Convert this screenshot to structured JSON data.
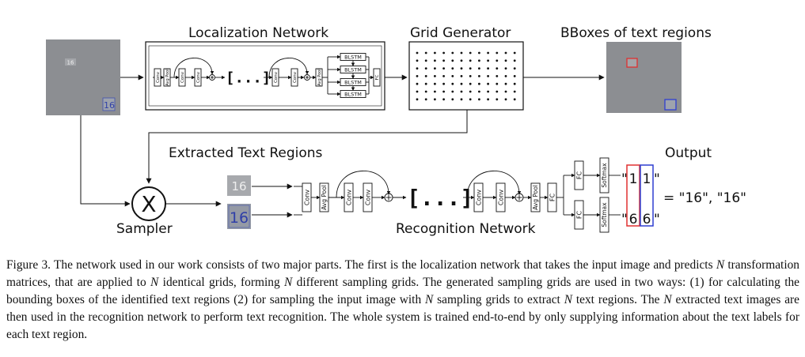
{
  "titles": {
    "localization": "Localization Network",
    "grid": "Grid Generator",
    "bboxes": "BBoxes of text regions",
    "extracted": "Extracted Text Regions",
    "output": "Output",
    "sampler": "Sampler",
    "recognition": "Recognition Network"
  },
  "sampler_symbol": "X",
  "ellipsis": "[...]",
  "layers": {
    "conv": "Conv",
    "avgpool": "Avg Pool",
    "blstm": "BLSTM",
    "fc": "FC",
    "softmax": "Softmax"
  },
  "input_image": {
    "small_text": "16",
    "big_text": "16"
  },
  "crops": [
    "16",
    "16"
  ],
  "output_chars": {
    "col1": [
      "1",
      "6"
    ],
    "col2": [
      "1",
      "6"
    ]
  },
  "output_result": "= \"16\", \"16\"",
  "colors": {
    "red": "#e03030",
    "blue": "#2f3fd0",
    "image_gray": "#8c8e92"
  },
  "caption": {
    "parts": [
      "Figure 3. The network used in our work consists of two major parts. The first is the localization network that takes the input image and predicts ",
      " transformation matrices, that are applied to ",
      " identical grids, forming ",
      " different sampling grids. The generated sampling grids are used in two ways: (1) for calculating the bounding boxes of the identified text regions (2) for sampling the input image with ",
      " sampling grids to extract ",
      " text regions. The ",
      " extracted text images are then used in the recognition network to perform text recognition. The whole system is trained end-to-end by only supplying information about the text labels for each text region."
    ],
    "var": "N"
  }
}
